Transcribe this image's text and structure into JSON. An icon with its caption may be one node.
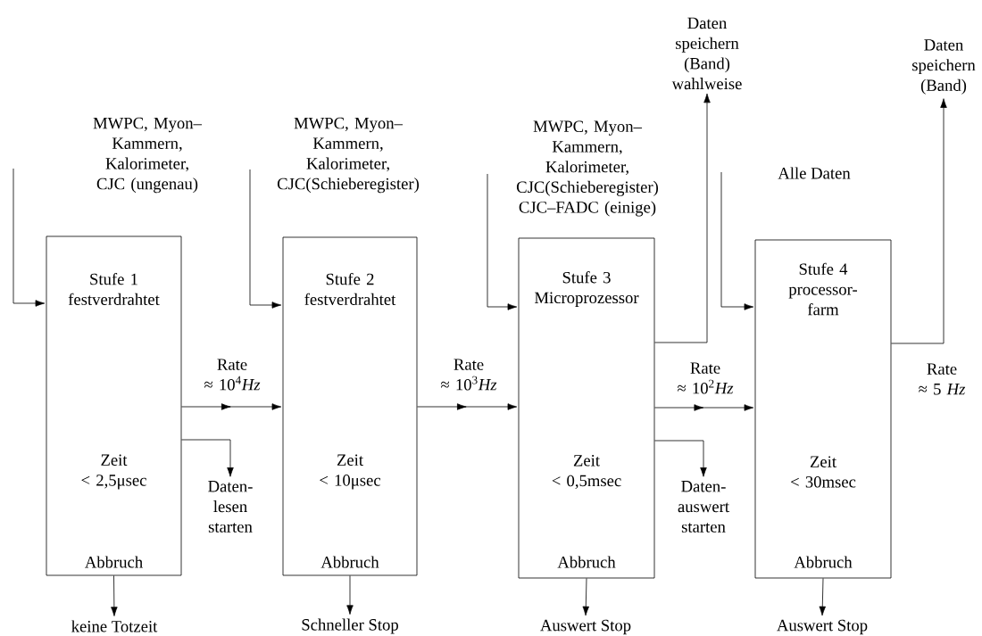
{
  "diagram": {
    "nodes": [
      {
        "text": [
          "Stufe 1 festverdrahtet",
          "Zeit < 2,5μsec",
          "Abbruch"
        ]
      },
      {
        "text": [
          "Stufe 2 festverdrahtet",
          "Zeit < 10μsec",
          "Abbruch"
        ]
      },
      {
        "text": [
          "Stufe 3 Microprozessor",
          "Zeit < 0,5msec",
          "Abbruch"
        ]
      },
      {
        "text": [
          "Stufe 4 processor-farm",
          "Zeit < 30msec",
          "Abbruch"
        ]
      },
      {
        "text": [
          "Daten-lesen starten"
        ]
      },
      {
        "text": [
          "keine Totzeit"
        ]
      },
      {
        "text": [
          "Schneller Stop"
        ]
      },
      {
        "text": [
          "Daten speichern (Band) wahlweise"
        ]
      },
      {
        "text": [
          "Daten-auswert starten"
        ]
      },
      {
        "text": [
          "Auswert Stop"
        ]
      },
      {
        "text": [
          "Daten speichern (Band)"
        ]
      },
      {
        "text": [
          "Auswert Stop"
        ]
      }
    ],
    "edges": [
      {
        "from": null,
        "to": 0,
        "arrow": "to"
      },
      {
        "from": null,
        "to": 1,
        "arrow": "to"
      },
      {
        "from": null,
        "to": 2,
        "arrow": "to"
      },
      {
        "from": null,
        "to": 3,
        "arrow": "to"
      },
      {
        "from": 0,
        "to": 1,
        "arrow": "to",
        "label": "Rate ≈ 10$^{4}$*Hz*"
      },
      {
        "from": 0,
        "to": 4,
        "arrow": "to"
      },
      {
        "from": 0,
        "to": 5,
        "arrow": "to"
      },
      {
        "from": 1,
        "to": 2,
        "arrow": "to",
        "label": "Rate ≈ 10$^{3}$*Hz*"
      },
      {
        "from": 1,
        "to": 6,
        "arrow": "to"
      },
      {
        "from": 2,
        "to": 3,
        "arrow": "to",
        "label": "Rate ≈ 10$^{2}$*Hz*"
      },
      {
        "from": 2,
        "to": 7,
        "arrow": "to"
      },
      {
        "from": 2,
        "to": 8,
        "arrow": "to"
      },
      {
        "from": 2,
        "to": 9,
        "arrow": "to"
      },
      {
        "from": 3,
        "to": 10,
        "arrow": "to"
      },
      {
        "from": 3,
        "to": 11,
        "arrow": "to"
      }
    ],
    "labels": [
      "MWPC, Myon–Kammern, Kalorimeter, CJC (ungenau)",
      "MWPC, Myon–Kammern, Kalorimeter, CJC(Schieberegister)",
      "MWPC, Myon–Kammern, Kalorimeter, CJC(Schieberegister) CJC–FADC (einige)",
      "Alle Daten",
      "Rate ≈ 5 *Hz*"
    ]
  }
}
